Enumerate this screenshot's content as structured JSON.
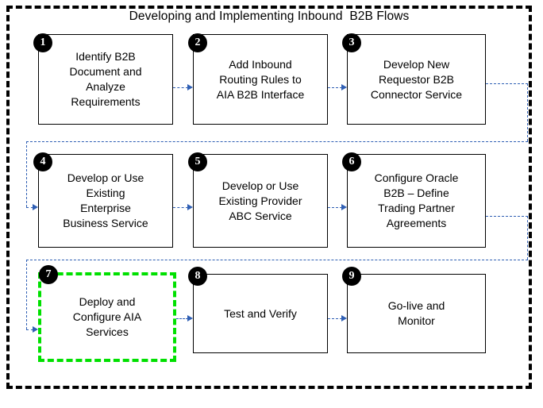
{
  "diagram": {
    "title": "Developing and Implementing Inbound  B2B Flows",
    "type": "flowchart",
    "frame_style": "dashed-black",
    "colors": {
      "frame": "#000000",
      "node_border": "#000000",
      "highlight_border": "#00e000",
      "connector": "#2f5fb4",
      "badge_fill": "#000000",
      "badge_text": "#ffffff",
      "background": "#ffffff"
    }
  },
  "nodes": [
    {
      "number": "1",
      "label": "Identify B2B\nDocument and\nAnalyze\nRequirements",
      "highlighted": false
    },
    {
      "number": "2",
      "label": "Add Inbound\nRouting Rules to\nAIA B2B Interface",
      "highlighted": false
    },
    {
      "number": "3",
      "label": "Develop New\nRequestor B2B\nConnector Service",
      "highlighted": false
    },
    {
      "number": "4",
      "label": "Develop or Use\nExisting\nEnterprise\nBusiness Service",
      "highlighted": false
    },
    {
      "number": "5",
      "label": "Develop or Use\nExisting Provider\nABC Service",
      "highlighted": false
    },
    {
      "number": "6",
      "label": "Configure Oracle\nB2B – Define\nTrading Partner\nAgreements",
      "highlighted": false
    },
    {
      "number": "7",
      "label": "Deploy and\nConfigure AIA\nServices",
      "highlighted": true
    },
    {
      "number": "8",
      "label": "Test and Verify",
      "highlighted": false
    },
    {
      "number": "9",
      "label": "Go-live and\nMonitor",
      "highlighted": false
    }
  ],
  "flow_order": [
    "1",
    "2",
    "3",
    "4",
    "5",
    "6",
    "7",
    "8",
    "9"
  ]
}
